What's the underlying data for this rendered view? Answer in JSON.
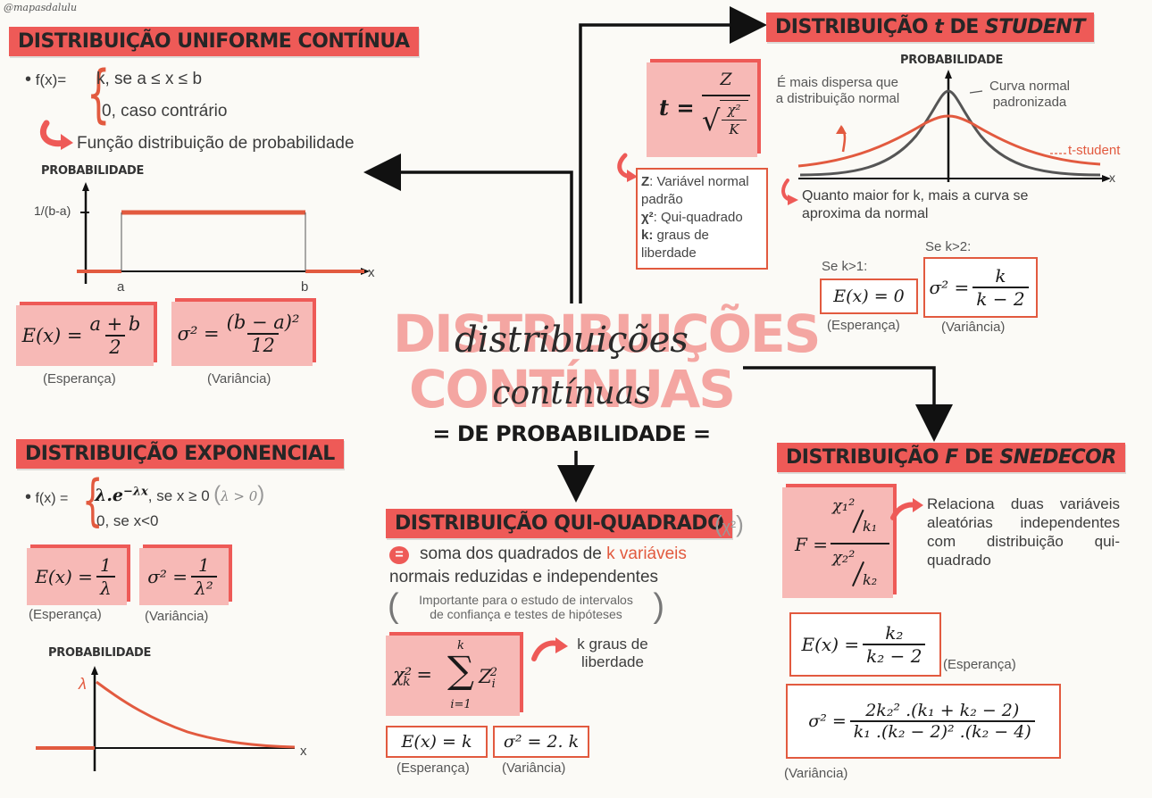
{
  "watermark": "@mapasdalulu",
  "center": {
    "title_line1": "DISTRIBUIÇÕES",
    "script_line1": "distribuições",
    "title_line2": "CONTÍNUAS",
    "script_line2": "contínuas",
    "subtitle": "= DE PROBABILIDADE ="
  },
  "uniforme": {
    "title": "DISTRIBUIÇÃO UNIFORME CONTÍNUA",
    "fx_label": "f(x)=",
    "case1": "k, se a ≤ x ≤ b",
    "case2": "0, caso contrário",
    "note": "Função distribuição de probabilidade",
    "chart_ylabel": "PROBABILIDADE",
    "chart_ytick": "1/(b-a)",
    "chart_a": "a",
    "chart_b": "b",
    "chart_x": "x",
    "esperanca_label": "(Esperança)",
    "variancia_label": "(Variância)",
    "e_lhs": "E(x) =",
    "e_num": "a + b",
    "e_den": "2",
    "v_lhs": "σ² =",
    "v_num": "(b − a)²",
    "v_den": "12"
  },
  "exponencial": {
    "title": "DISTRIBUIÇÃO EXPONENCIAL",
    "fx_label": "f(x) =",
    "case1_expr": "λ.e",
    "case1_exp": "−λx",
    "case1_cond": ", se x ≥ 0",
    "case1_param": "λ > 0",
    "case2": "0, se x<0",
    "e_lhs": "E(x) =",
    "e_num": "1",
    "e_den": "λ",
    "v_lhs": "σ² =",
    "v_num": "1",
    "v_den": "λ²",
    "esperanca_label": "(Esperança)",
    "variancia_label": "(Variância)",
    "chart_ylabel": "PROBABILIDADE",
    "chart_lambda": "λ",
    "chart_x": "x"
  },
  "qui": {
    "title": "DISTRIBUIÇÃO QUI-QUADRADO",
    "symbol": "χ²",
    "eq_marker": "=",
    "desc_pre": "soma dos quadrados de ",
    "desc_hl": "k variáveis",
    "desc_line2": "normais reduzidas e independentes",
    "paren1": "Importante para  o estudo de intervalos",
    "paren2": "de confiança e testes de hipóteses",
    "formula_lhs": "χ²",
    "formula_lhs_sub": "k",
    "formula_eq": "=",
    "sum_top": "k",
    "sum_sym": "∑",
    "sum_bot": "i=1",
    "formula_term": "Z",
    "formula_term_sub": "i",
    "formula_term_sup": "2",
    "note": "k graus de liberdade",
    "e_text": "E(x) = k",
    "v_text": "σ² = 2. k",
    "esperanca_label": "(Esperança)",
    "variancia_label": "(Variância)"
  },
  "student": {
    "title_pre": "DISTRIBUIÇÃO ",
    "title_t": "t",
    "title_mid": " DE ",
    "title_name": "STUDENT",
    "t_lhs": "t =",
    "t_num": "Z",
    "t_den_num": "χ²",
    "t_den_den": "K",
    "legend_z": "Z",
    "legend_z_text": ": Variável normal padrão",
    "legend_chi": "χ²",
    "legend_chi_text": ": Qui-quadrado",
    "legend_k": "k:",
    "legend_k_text": " graus de liberdade",
    "chart_ylabel": "PROBABILIDADE",
    "note_dispersa": "É mais dispersa que a distribuição normal",
    "note_normal": "Curva normal padronizada",
    "note_tstudent": "t-student",
    "chart_x": "x",
    "note_k": "Quanto maior for k, mais a curva se aproxima da normal",
    "cond1": "Se k>1:",
    "cond2": "Se k>2:",
    "e_text": "E(x) = 0",
    "v_lhs": "σ² =",
    "v_num": "k",
    "v_den": "k − 2",
    "esperanca_label": "(Esperança)",
    "variancia_label": "(Variância)"
  },
  "snedecor": {
    "title_pre": "DISTRIBUIÇÃO ",
    "title_f": "F",
    "title_mid": " DE ",
    "title_name": "SNEDECOR",
    "f_lhs": "F =",
    "f_num_top": "χ₁²",
    "f_num_bot": "k₁",
    "f_den_top": "χ₂²",
    "f_den_bot": "k₂",
    "note": "Relaciona duas variáveis aleatórias independentes com distribuição qui-quadrado",
    "e_lhs": "E(x) =",
    "e_num": "k₂",
    "e_den": "k₂ − 2",
    "esperanca_label": "(Esperança)",
    "v_lhs": "σ² =",
    "v_num": "2k₂² .(k₁ +  k₂ − 2)",
    "v_den": "k₁ .(k₂ − 2)² .(k₂ − 4)",
    "variancia_label": "(Variância)"
  },
  "colors": {
    "accent": "#ee5a57",
    "pink_box": "#f7b9b6",
    "outline": "#e25a3f",
    "curve_normal": "#555555",
    "curve_t": "#e25a3f"
  }
}
